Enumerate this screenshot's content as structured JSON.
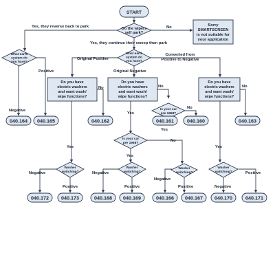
{
  "diagram": {
    "start": "START",
    "wipers_question": [
      "Do the wipers",
      "self park?"
    ],
    "wipers_yes": "Yes, they reverse back to park",
    "wipers_no": "No",
    "wipers_sweep": "Yes, they continue their sweep then park",
    "sorry": [
      "Sorry",
      "SMARTSCREEN",
      "is not suitable for",
      "your application"
    ],
    "earth_left": [
      "What earth",
      "system do",
      "you have?"
    ],
    "earth_center": [
      "What earth",
      "system do",
      "you have?"
    ],
    "label_negative": "Negative",
    "label_positive": "Positive",
    "label_original_positive": "Original Positive",
    "label_original_negative": "Original Negative",
    "label_converted": [
      "Converted from",
      "Positive to Negative"
    ],
    "washers_question": [
      "Do you have",
      "electric washers",
      "and want wash/",
      "wipe functions?"
    ],
    "label_yes": "Yes",
    "label_no": "No",
    "pre1968": [
      "Is your car",
      "pre 1968?"
    ],
    "washer_switching": [
      "Washer",
      "switching?"
    ],
    "codes": {
      "c164": "040.164",
      "c165": "040.165",
      "c162": "040.162",
      "c161": "040.161",
      "c160": "040.160",
      "c163": "040.163",
      "c172": "040.172",
      "c173": "040.173",
      "c168": "040.168",
      "c169": "040.169",
      "c166": "040.166",
      "c167": "040.167",
      "c170": "040.170",
      "c171": "040.171"
    }
  }
}
